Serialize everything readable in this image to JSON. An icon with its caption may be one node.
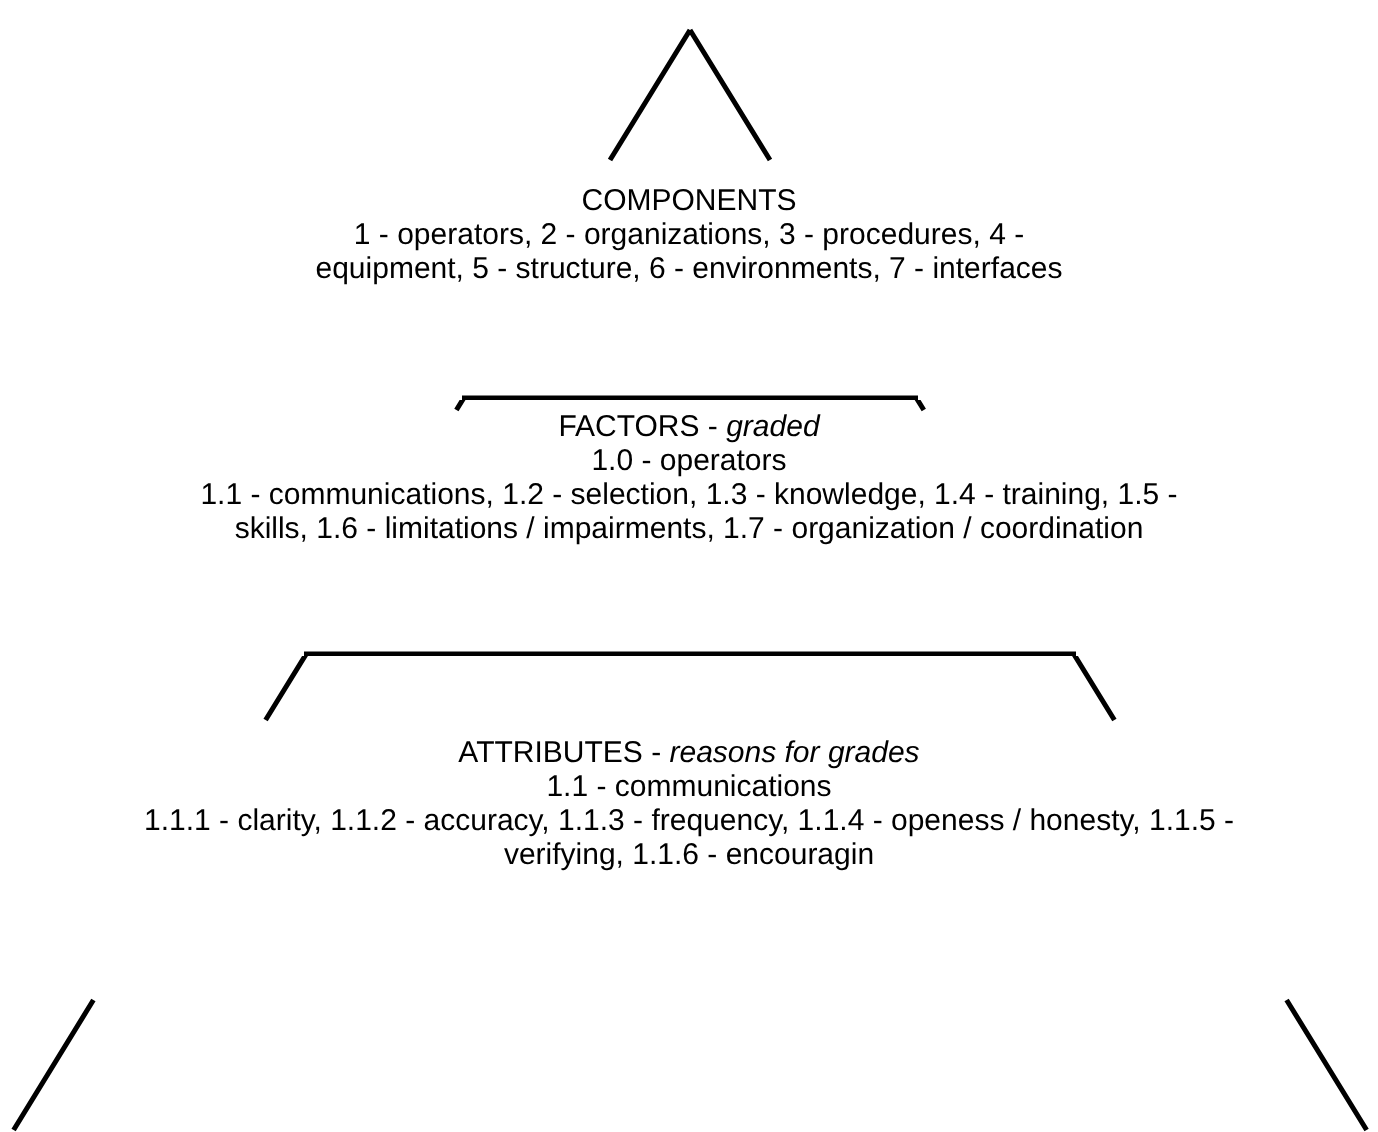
{
  "diagram": {
    "nodes": [
      {
        "text": [
          "COMPONENTS",
          "1 - operators, 2 - organizations, 3 - procedures, 4 - equipment,  5 - structure, 6 - environments, 7 - interfaces"
        ]
      },
      {
        "text": [
          "FACTORS - *graded*",
          "1.0 - operators",
          "1.1 - communications, 1.2 - selection, 1.3 - knowledge, 1.4 - training, 1.5 - skills, 1.6 - limitations / impairments, 1.7 - organization / coordination"
        ]
      },
      {
        "text": [
          "ATTRIBUTES - *reasons for grades*",
          "1.1 - communications",
          "1.1.1 - clarity, 1.1.2 - accuracy, 1.1.3 - frequency, 1.1.4 - openess / honesty, 1.1.5 - verifying, 1.1.6 - encouragin"
        ]
      }
    ],
    "edges": []
  }
}
